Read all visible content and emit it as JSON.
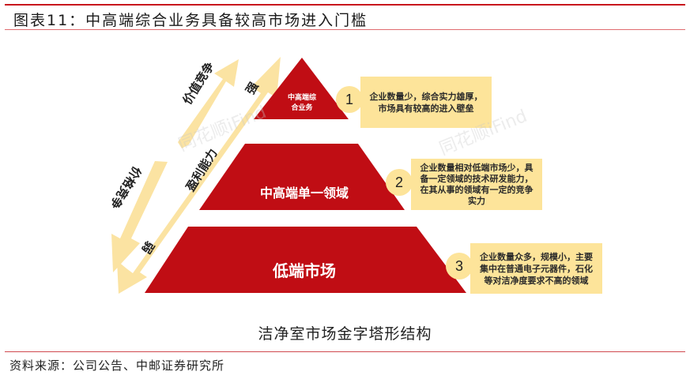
{
  "header": {
    "title": "图表11：中高端综合业务具备较高市场进入门槛"
  },
  "diagram": {
    "caption": "洁净室市场金字塔形结构",
    "pyramid_color": "#c00d14",
    "box_color": "#fde49a",
    "arrow_color": "#fbe3a2",
    "levels": [
      {
        "label_lines": [
          "中高端综",
          "合业务"
        ],
        "number": "1",
        "description_lines": [
          "企业数量少，综合实力雄厚，",
          "市场具有较高的进入壁垒"
        ]
      },
      {
        "label": "中高端单一领域",
        "number": "2",
        "description_lines": [
          "企业数量相对低端市场少，具",
          "备一定领域的技术研发能力，",
          "在其从事的领域有一定的竞争",
          "实力"
        ]
      },
      {
        "label": "低端市场",
        "number": "3",
        "description_lines": [
          "企业数量众多，规模小，主要",
          "集中在普通电子元器件，石化",
          "等对洁净度要求不高的领域"
        ]
      }
    ],
    "arrows": {
      "profitability": {
        "label": "盈利能力",
        "top_label": "强",
        "bottom_label": "弱"
      },
      "value_competition": {
        "label": "价值竞争"
      },
      "price_competition": {
        "label": "价格竞争"
      }
    },
    "watermark": "同花顺iFind"
  },
  "footer": {
    "source": "资料来源：公司公告、中邮证券研究所"
  }
}
